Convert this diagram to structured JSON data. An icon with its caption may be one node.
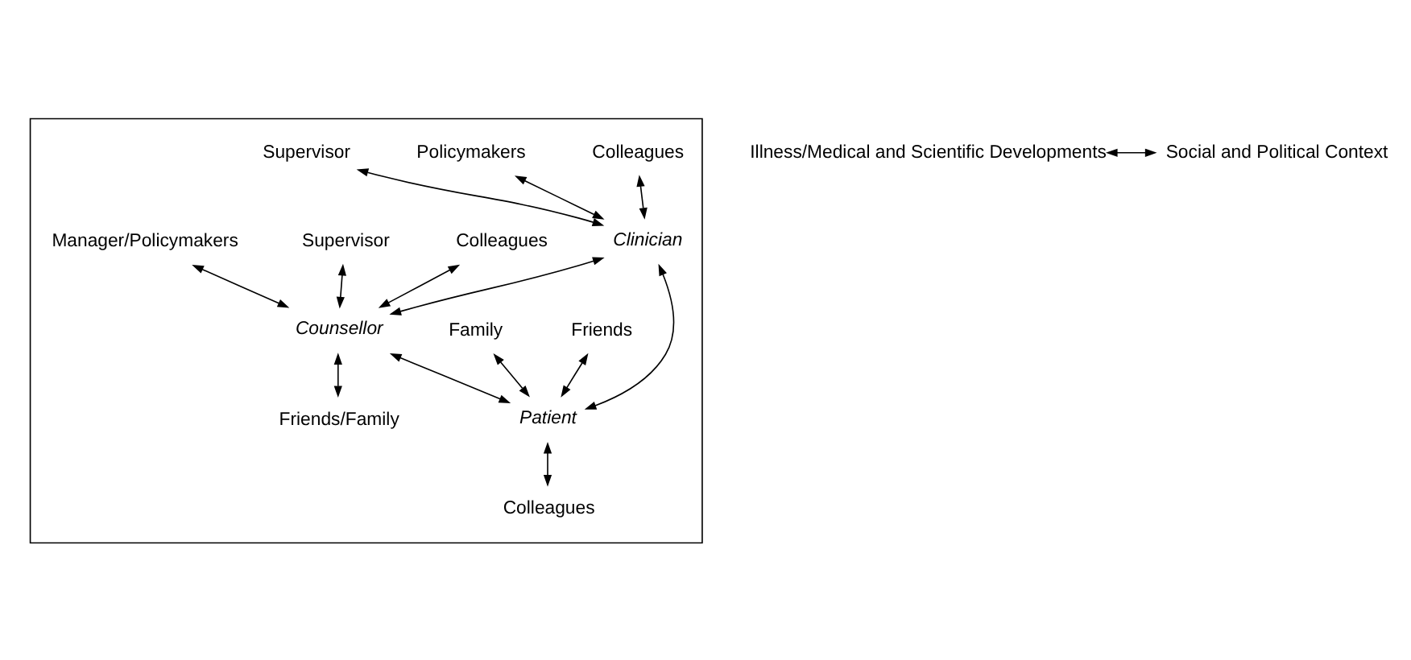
{
  "diagram": {
    "nodes": [
      {
        "text": [],
        "shape": "box"
      },
      {
        "text": [
          "Colleagues"
        ],
        "in": 0
      },
      {
        "text": [
          "Policymakers"
        ],
        "in": 0
      },
      {
        "text": [
          "Supervisor"
        ],
        "in": 0
      },
      {
        "text": [
          "Clinician"
        ],
        "in": 0
      },
      {
        "text": [
          "Colleagues"
        ],
        "in": 0
      },
      {
        "text": [
          "Friends"
        ],
        "in": 0
      },
      {
        "text": [
          "Family"
        ],
        "in": 0
      },
      {
        "text": [
          "Supervisor"
        ],
        "in": 0
      },
      {
        "text": [
          "Counsellor"
        ],
        "in": 0
      },
      {
        "text": [
          "Patient"
        ],
        "in": 0
      },
      {
        "text": [
          "Manager/Policymakers"
        ],
        "in": 0
      },
      {
        "text": [
          "Friends/Family"
        ],
        "in": 0
      },
      {
        "text": [
          "Colleagues"
        ],
        "in": 0
      },
      {
        "text": [
          "Illness/Medical and Scientific Developments"
        ]
      },
      {
        "text": [
          "Social and Political Context"
        ]
      }
    ],
    "edges": [
      {
        "from": 1,
        "to": 4,
        "arrow": "both"
      },
      {
        "from": 2,
        "to": 4,
        "arrow": "both"
      },
      {
        "from": 3,
        "to": 4,
        "arrow": "both"
      },
      {
        "from": 5,
        "to": 9,
        "arrow": "both"
      },
      {
        "from": 4,
        "to": 9,
        "arrow": "both"
      },
      {
        "from": 4,
        "to": 10,
        "arrow": "both"
      },
      {
        "from": 6,
        "to": 10,
        "arrow": "both"
      },
      {
        "from": 7,
        "to": 10,
        "arrow": "both"
      },
      {
        "from": 8,
        "to": 9,
        "arrow": "both"
      },
      {
        "from": 9,
        "to": 10,
        "arrow": "both"
      },
      {
        "from": 11,
        "to": 9,
        "arrow": "both"
      },
      {
        "from": 9,
        "to": 12,
        "arrow": "both"
      },
      {
        "from": 10,
        "to": 13,
        "arrow": "both"
      },
      {
        "from": 14,
        "to": 15,
        "arrow": "both"
      }
    ]
  }
}
